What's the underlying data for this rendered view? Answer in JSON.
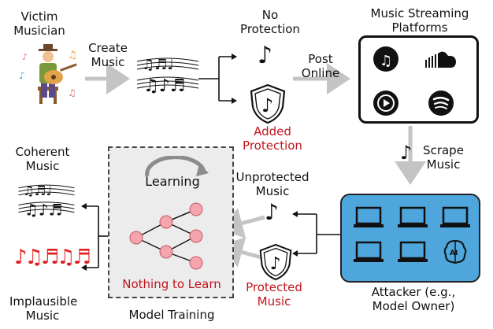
{
  "labels": {
    "victim": "Victim\nMusician",
    "create_music": "Create\nMusic",
    "no_protection": "No\nProtection",
    "added_protection": "Added\nProtection",
    "post_online": "Post\nOnline",
    "platforms": "Music Streaming\nPlatforms",
    "scrape_music": "Scrape\nMusic",
    "coherent_music": "Coherent\nMusic",
    "learning": "Learning",
    "unprotected_music": "Unprotected\nMusic",
    "implausible_music": "Implausible\nMusic",
    "nothing_to_learn": "Nothing to Learn",
    "protected_music": "Protected\nMusic",
    "attacker": "Attacker (e.g.,\nModel Owner)",
    "model_training": "Model Training"
  },
  "icons": {
    "platforms": [
      "apple-music-icon",
      "soundcloud-icon",
      "youtube-music-icon",
      "spotify-icon"
    ],
    "attacker": [
      "laptop-icon",
      "laptop-icon",
      "laptop-icon",
      "laptop-icon",
      "laptop-icon",
      "ai-brain-icon"
    ]
  },
  "colors": {
    "protected_red": "#c0141c",
    "attacker_blue": "#4ea6dc",
    "training_gray": "#ececec",
    "node_pink": "#f4a5ad",
    "arrow_gray": "#c4c4c4"
  }
}
